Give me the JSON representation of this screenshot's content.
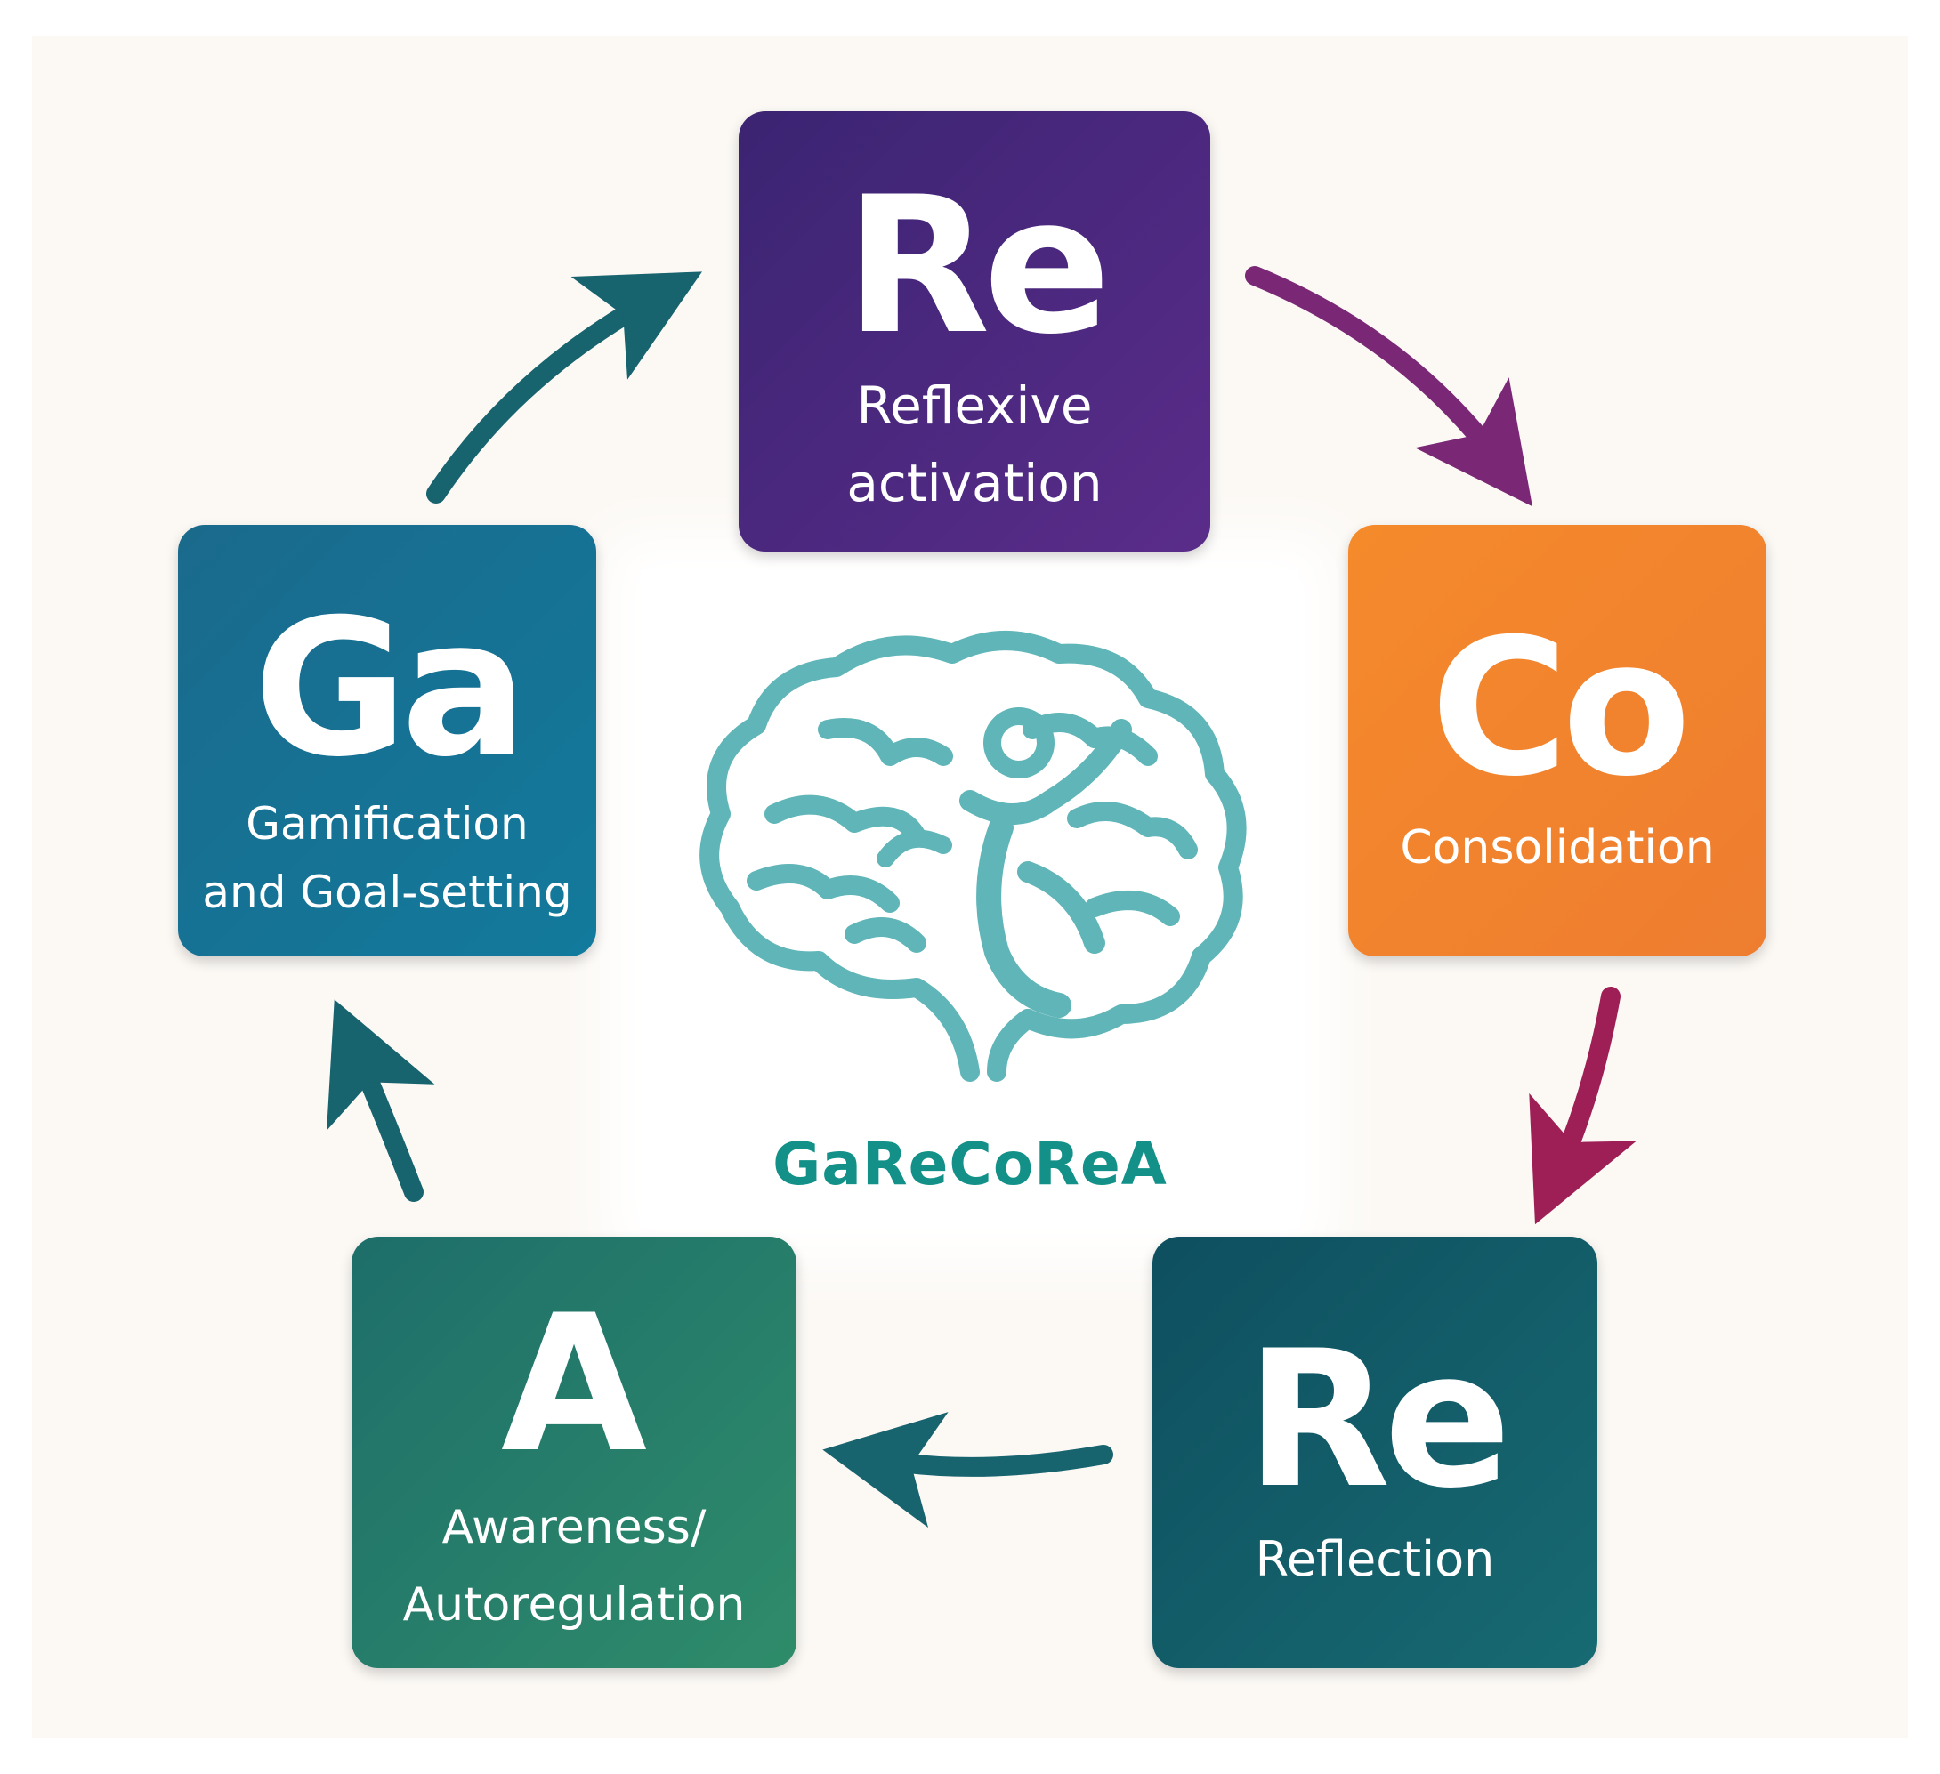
{
  "steps": [
    {
      "abbr": "Re",
      "name_line1": "Reflexive",
      "name_line2": "activation",
      "color": "#4a2a7e"
    },
    {
      "abbr": "Co",
      "name_line1": "Consolidation",
      "name_line2": "",
      "color": "#f28530"
    },
    {
      "abbr": "Re",
      "name_line1": "Reflection",
      "name_line2": "",
      "color": "#125a66"
    },
    {
      "abbr": "A",
      "name_line1": "Awareness/",
      "name_line2": "Autoregulation",
      "color": "#267c6a"
    },
    {
      "abbr": "Ga",
      "name_line1": "Gamification",
      "name_line2": "and Goal-setting",
      "color": "#166e92"
    }
  ],
  "center": {
    "title": "GaReCoReA",
    "icon": "brain-icon",
    "color": "#139189"
  },
  "arrows": [
    {
      "from": "Re",
      "to": "Co",
      "color": "#7a2776"
    },
    {
      "from": "Co",
      "to": "Re",
      "color": "#9e1f55"
    },
    {
      "from": "Re",
      "to": "A",
      "color": "#17636e"
    },
    {
      "from": "A",
      "to": "Ga",
      "color": "#17636e"
    },
    {
      "from": "Ga",
      "to": "Re",
      "color": "#17636e"
    }
  ]
}
